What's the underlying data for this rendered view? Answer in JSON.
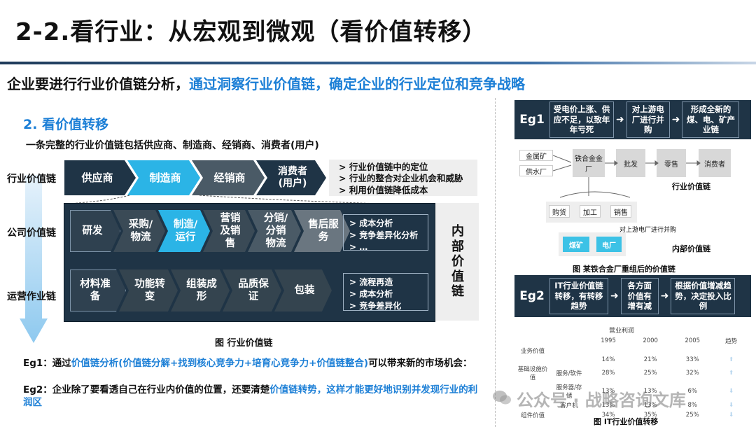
{
  "title": "2-2.看行业：从宏观到微观（看价值转移）",
  "subtitle": {
    "plain": "企业要进行行业价值链分析，",
    "highlight": "通过洞察行业价值链，确定企业的行业定位和竞争战略"
  },
  "section": {
    "title": "2. 看价值转移",
    "desc": "一条完整的行业价值链包括供应商、制造商、经销商、消费者(用户)"
  },
  "left_labels": {
    "industry": "行业价值链",
    "company": "公司价值链",
    "operations": "运营作业链"
  },
  "industry_chain": [
    "供应商",
    "制造商",
    "经销商",
    "消费者(用户)"
  ],
  "industry_notes": [
    "> 行业价值链中的定位",
    "> 行业的整合对企业机会和威胁",
    "> 利用价值链降低成本"
  ],
  "company_chain": [
    "研发",
    "采购/物流",
    "制造/运行",
    "营销及销售",
    "分销/分销物流",
    "售后服务"
  ],
  "company_notes": [
    "> 成本分析",
    "> 竞争差异化分析",
    "> …"
  ],
  "ops_chain": [
    "材料准备",
    "功能转变",
    "组装成形",
    "品质保证",
    "包装"
  ],
  "ops_notes": [
    "> 流程再造",
    "> 成本分析",
    "> 竞争差异化"
  ],
  "internal_label": "内部价值链",
  "figure_caption": "图  行业价值链",
  "eg1": {
    "label": "Eg1：通过",
    "highlight": "价值链分析(价值链分解+找到核心竞争力+培育心竞争力+价值链整合)",
    "tail": "可以带来新的市场机会："
  },
  "eg2": {
    "label": "Eg2：企业除了要看透自己在行业内价值的位置，还要清楚",
    "highlight": "价值链转势，这样才能更好地识别并发现行业的利润区"
  },
  "right_eg1": {
    "label": "Eg1",
    "seg1": "受电价上涨、供应不足，以致年年亏死",
    "seg2": "对上游电厂进行并购",
    "seg3": "形成全新的煤、电、矿产业链"
  },
  "diagram1": {
    "inputs": [
      "金属矿",
      "供水厂"
    ],
    "chain": [
      "铁合金金厂",
      "批发",
      "零售",
      "消费者"
    ],
    "industry_label": "行业价值链",
    "internal": [
      "购货",
      "加工",
      "销售"
    ],
    "note": "对上游电厂进行并购",
    "upstream": [
      "煤矿",
      "电厂"
    ],
    "internal_label": "内部价值链",
    "caption": "图  某铁合金厂重组后的价值链"
  },
  "right_eg2": {
    "label": "Eg2",
    "seg1": "IT行业价值链转移，有转移趋势",
    "seg2": "各方面价值有增有减",
    "seg3": "根据价值增减趋势，决定投入比例"
  },
  "it_table": {
    "header_title": "营业利润",
    "columns": [
      "1995",
      "2000",
      "2005",
      "趋势"
    ],
    "rows": [
      {
        "group": "业务价值",
        "sub": "",
        "values": [
          "",
          "",
          ""
        ]
      },
      {
        "group": "",
        "sub": "",
        "values": [
          "14%",
          "21%",
          "33%"
        ]
      },
      {
        "group": "基础设施价值",
        "sub": "服务/软件",
        "values": [
          "28%",
          "25%",
          "32%"
        ]
      },
      {
        "group": "",
        "sub": "服务器/存储",
        "values": [
          "13%",
          "13%",
          "6%"
        ]
      },
      {
        "group": "",
        "sub": "客户机",
        "values": [
          "13%",
          "13%",
          "8%"
        ]
      },
      {
        "group": "组件价值",
        "sub": "",
        "values": [
          "34%",
          "35%",
          "25%"
        ]
      }
    ],
    "caption": "图  IT行业价值转移"
  },
  "watermark": "公众号 · 战略咨询文库",
  "colors": {
    "accent": "#1c7fd6",
    "dark": "#1f3446",
    "cyan": "#3cc2e6"
  }
}
